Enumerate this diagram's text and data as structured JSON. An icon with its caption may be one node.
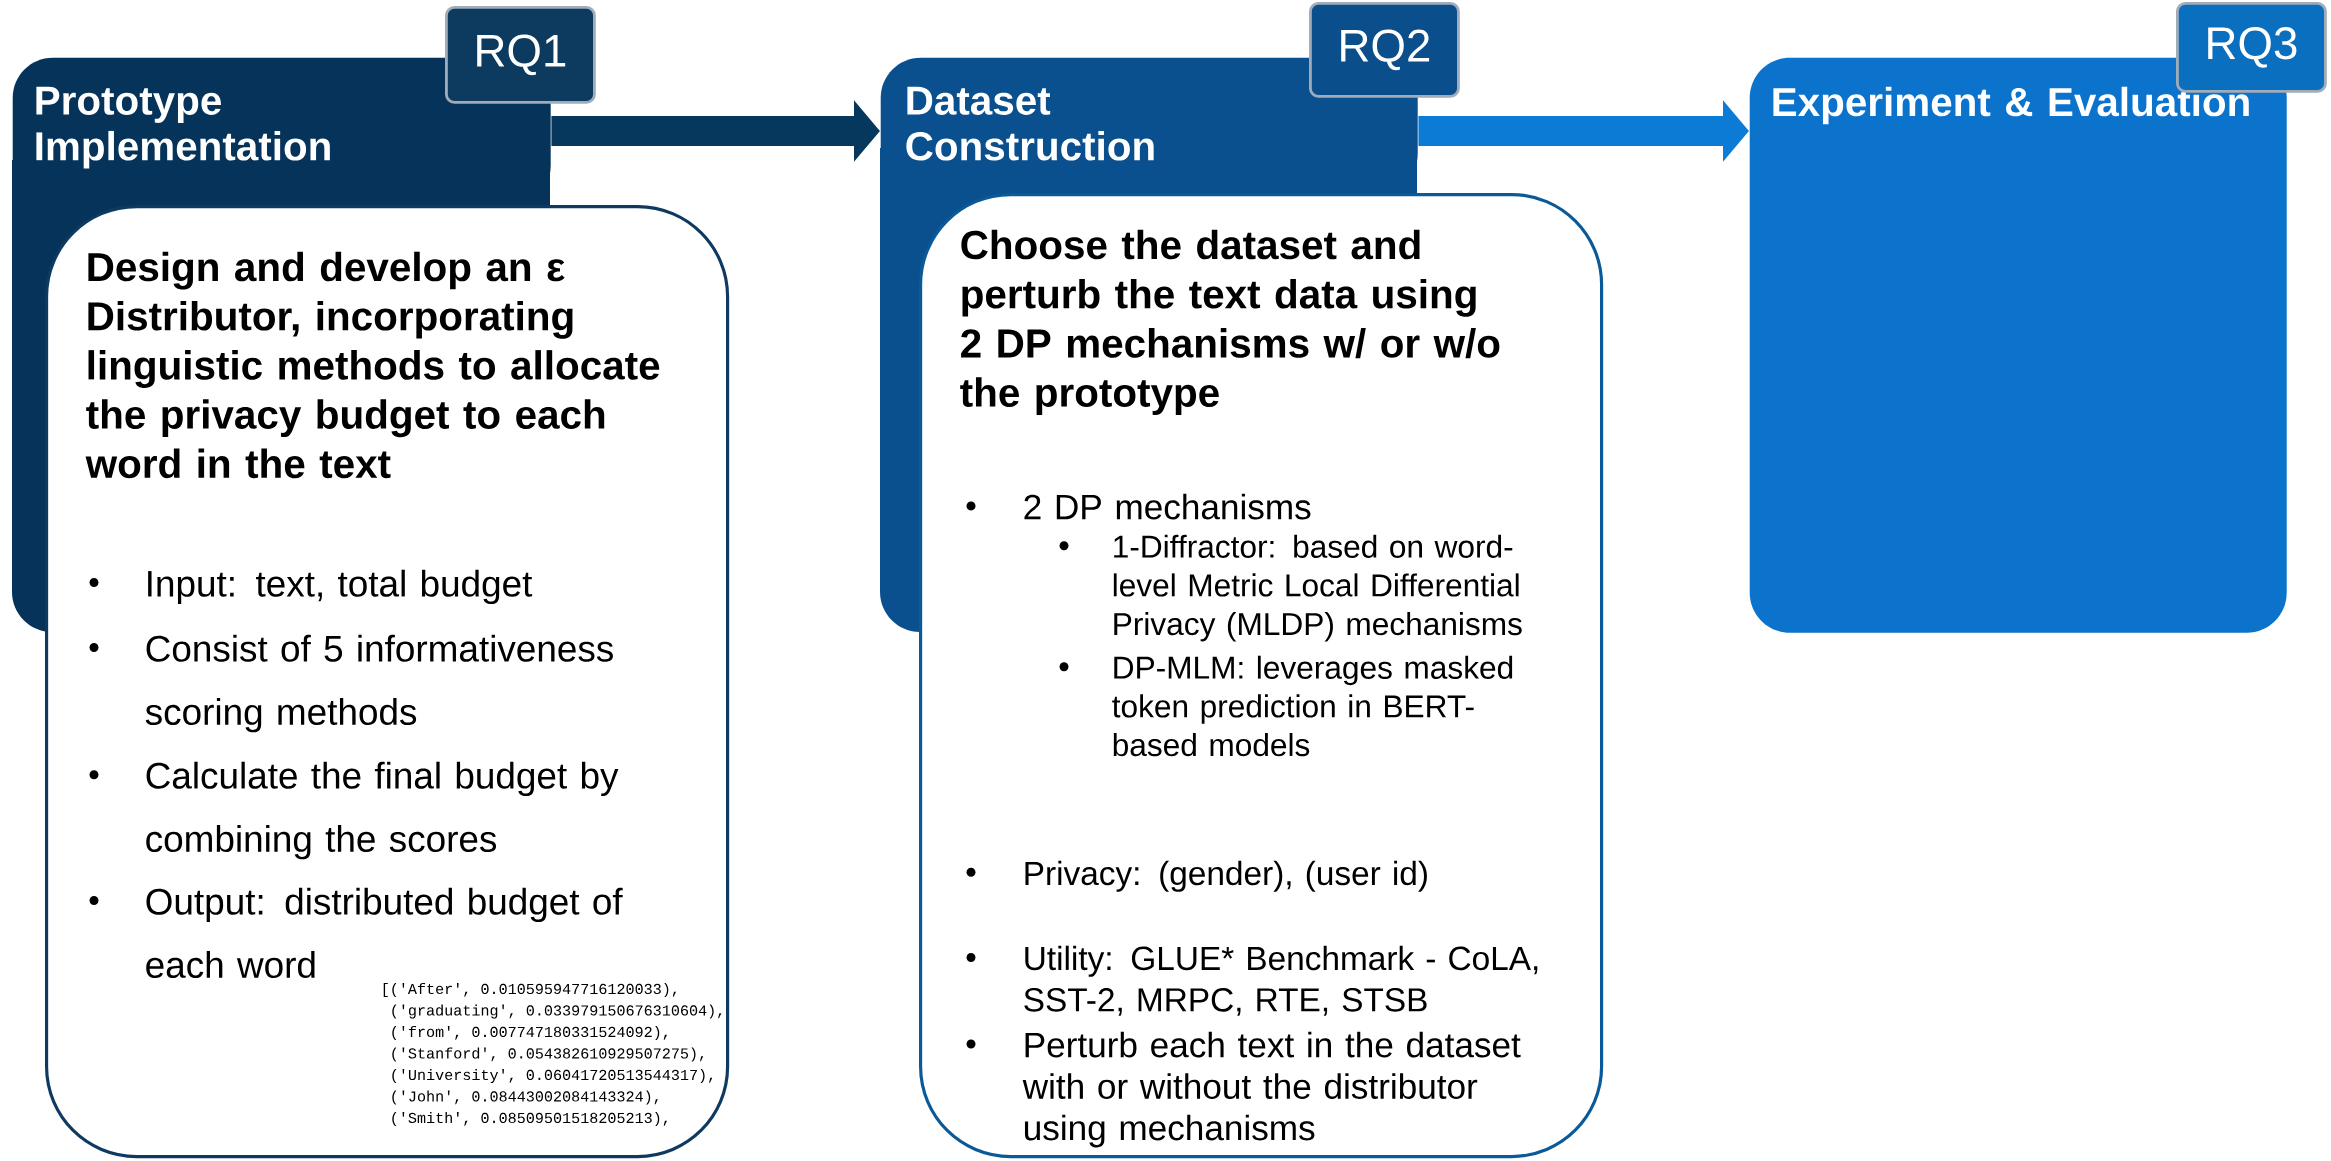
{
  "diagram": {
    "nodes": [
      {
        "text": [
          "Prototype Implementation"
        ]
      },
      {
        "text": [
          "RQ1"
        ]
      },
      {
        "text": [
          "Design and develop an ε Distributor, incorporating linguistic methods to allocate the privacy budget to each word in the text",
          "Input: text, total budget",
          "Consist of 5 informativeness scoring methods",
          "Calculate the final budget by combining the scores",
          "Output: distributed budget of each word",
          "[('After', 0.010595947716120033),",
          " ('graduating', 0.033979150676310604),",
          " ('from', 0.007747180331524092),",
          " ('Stanford', 0.054382610929507275),",
          " ('University', 0.06041720513544317),",
          " ('John', 0.08443002084143324),",
          " ('Smith', 0.08509501518205213),"
        ]
      },
      {
        "text": [
          "Dataset Construction"
        ]
      },
      {
        "text": [
          "RQ2"
        ]
      },
      {
        "text": [
          "Choose the dataset and perturb the text data using 2 DP mechanisms w/ or w/o the prototype",
          "2 DP mechanisms",
          "1-Diffractor: based on word-level Metric Local Differential Privacy (MLDP) mechanisms",
          "DP-MLM: leverages masked token prediction in BERT-based models",
          "Privacy: (gender), (user id)",
          "Utility: GLUE* Benchmark - CoLA, SST-2, MRPC, RTE, STSB",
          "Perturb each text in the dataset with or without the distributor using mechanisms"
        ]
      },
      {
        "text": [
          "Experiment & Evaluation"
        ]
      },
      {
        "text": [
          "RQ3"
        ]
      }
    ],
    "edges": [
      {
        "from": 0,
        "to": 3,
        "arrow": "to",
        "color": "#06385e"
      },
      {
        "from": 3,
        "to": 6,
        "arrow": "to",
        "color": "#0b7bd6"
      }
    ]
  }
}
